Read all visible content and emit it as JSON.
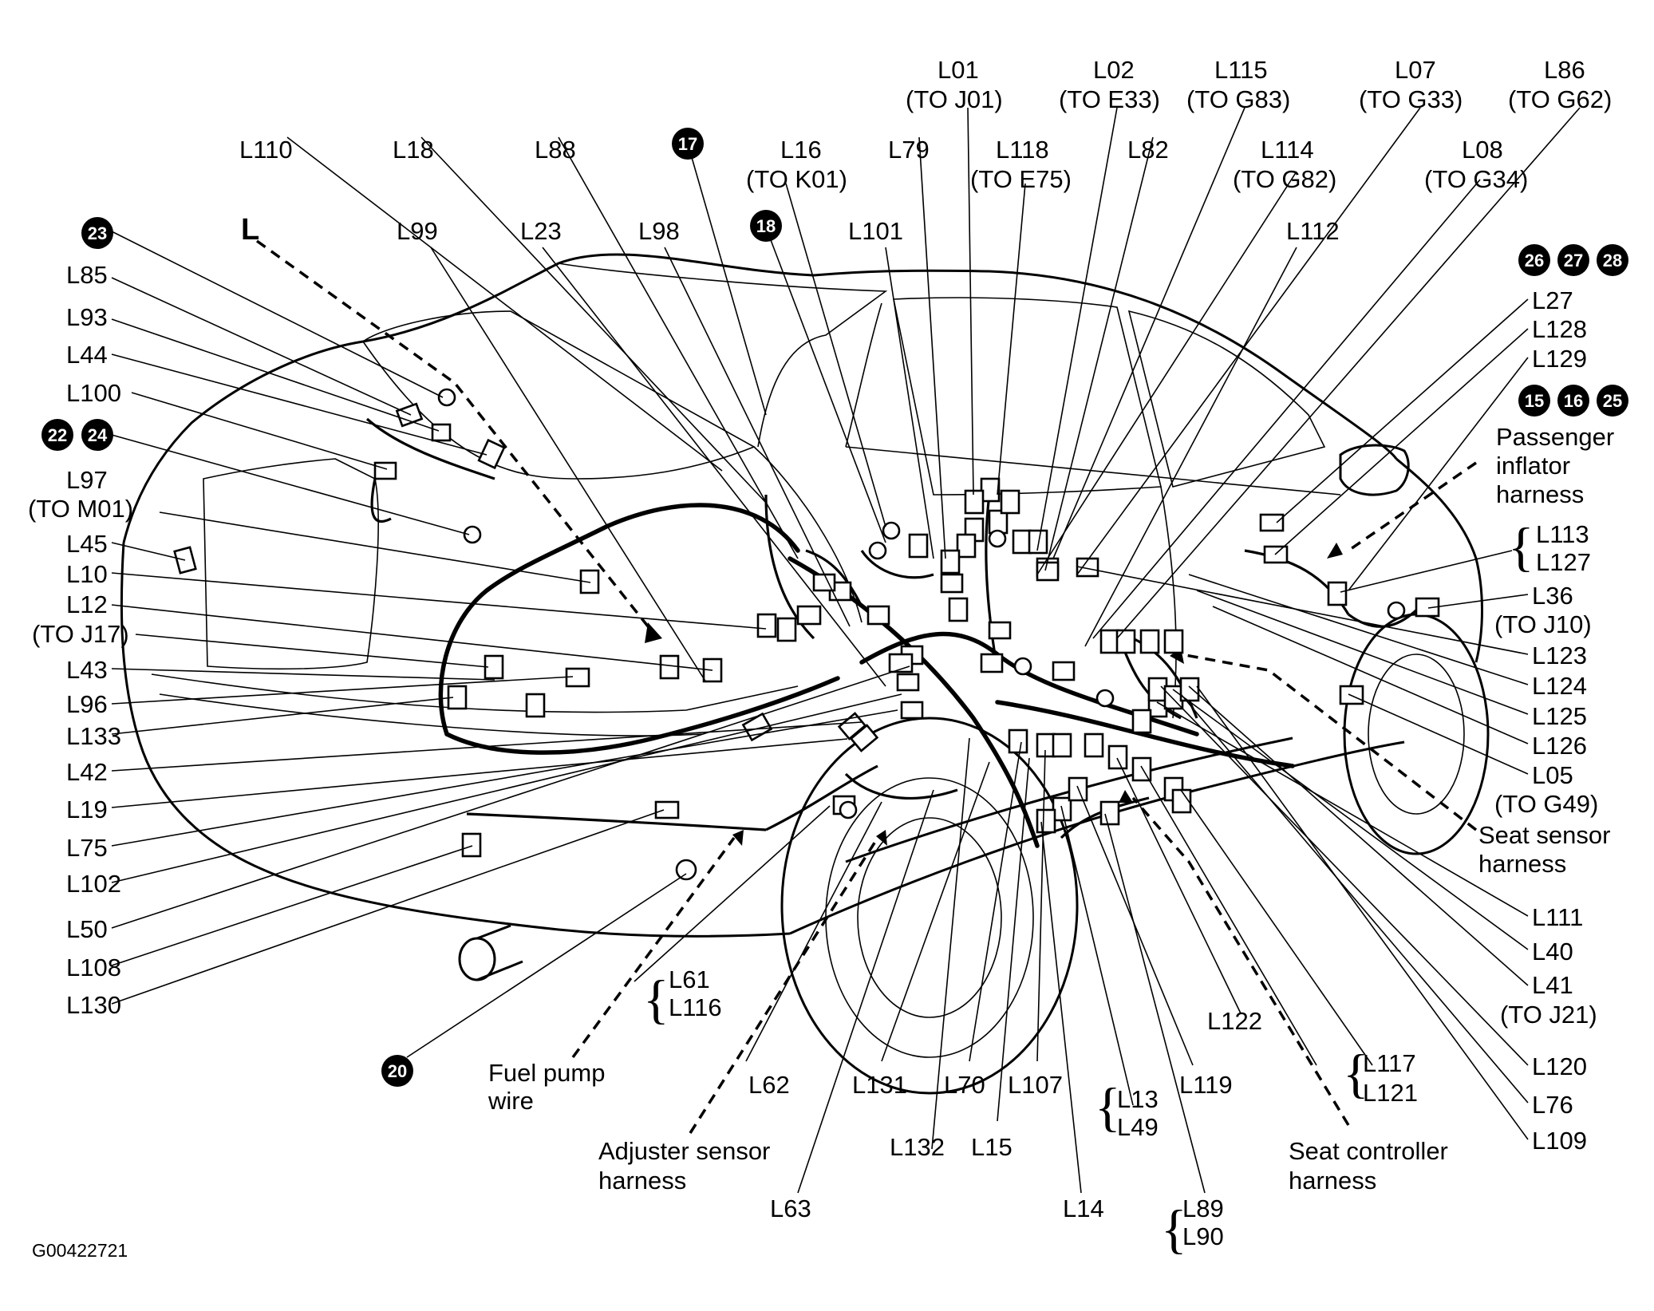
{
  "figure": {
    "view_label": "L",
    "catalog_id": "G00422721"
  },
  "badges": [
    "23",
    "22",
    "24",
    "17",
    "18",
    "26",
    "27",
    "28",
    "15",
    "16",
    "25",
    "20"
  ],
  "labels": {
    "L110": "L110",
    "L18": "L18",
    "L88": "L88",
    "L16": "L16",
    "L16_to": "(TO K01)",
    "L79": "L79",
    "L01": "L01",
    "L01_to": "(TO J01)",
    "L118": "L118",
    "L118_to": "(TO E75)",
    "L02": "L02",
    "L02_to": "(TO E33)",
    "L82": "L82",
    "L115": "L115",
    "L115_to": "(TO G83)",
    "L114": "L114",
    "L114_to": "(TO G82)",
    "L07": "L07",
    "L07_to": "(TO G33)",
    "L08": "L08",
    "L08_to": "(TO G34)",
    "L86": "L86",
    "L86_to": "(TO G62)",
    "L99": "L99",
    "L23": "L23",
    "L98": "L98",
    "L101": "L101",
    "L112": "L112",
    "L85": "L85",
    "L93": "L93",
    "L44": "L44",
    "L100": "L100",
    "L97": "L97",
    "L97_to": "(TO M01)",
    "L45": "L45",
    "L10": "L10",
    "L12": "L12",
    "L12_to": "(TO J17)",
    "L43": "L43",
    "L96": "L96",
    "L133": "L133",
    "L42": "L42",
    "L19": "L19",
    "L75": "L75",
    "L102": "L102",
    "L50": "L50",
    "L108": "L108",
    "L130": "L130",
    "L27": "L27",
    "L128": "L128",
    "L129": "L129",
    "passenger_inflator": [
      "Passenger",
      "inflator",
      "harness"
    ],
    "L113": "L113",
    "L127": "L127",
    "L36": "L36",
    "L36_to": "(TO J10)",
    "L123": "L123",
    "L124": "L124",
    "L125": "L125",
    "L126": "L126",
    "L05": "L05",
    "L05_to": "(TO G49)",
    "seat_sensor": [
      "Seat sensor",
      "harness"
    ],
    "L111": "L111",
    "L40": "L40",
    "L41": "L41",
    "L41_to": "(TO J21)",
    "L120": "L120",
    "L76": "L76",
    "L109": "L109",
    "L61": "L61",
    "L116": "L116",
    "fuel_pump": [
      "Fuel pump",
      "wire"
    ],
    "adjuster_sensor": [
      "Adjuster sensor",
      "harness"
    ],
    "L62": "L62",
    "L63": "L63",
    "L131": "L131",
    "L132": "L132",
    "L70": "L70",
    "L15": "L15",
    "L107": "L107",
    "L14": "L14",
    "L13": "L13",
    "L49": "L49",
    "L119": "L119",
    "L122": "L122",
    "L89": "L89",
    "L90": "L90",
    "L117": "L117",
    "L121": "L121",
    "seat_controller": [
      "Seat controller",
      "harness"
    ]
  }
}
